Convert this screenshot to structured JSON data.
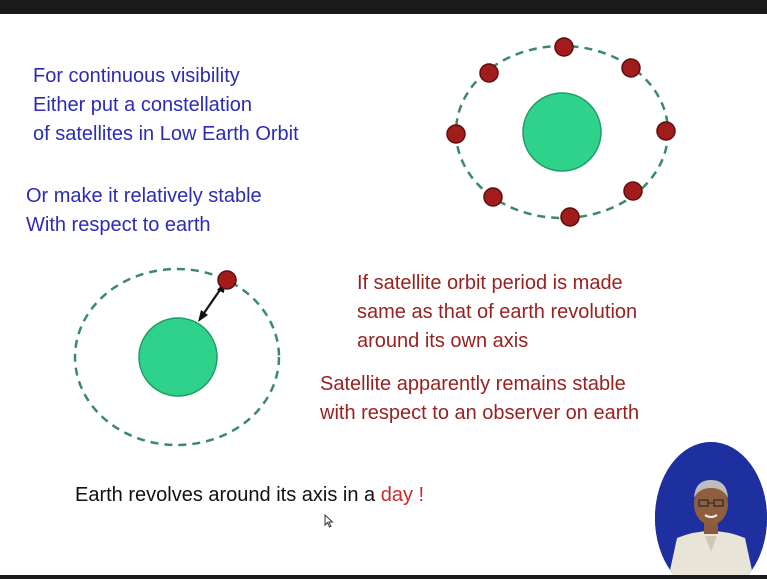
{
  "slide": {
    "intro_lines": [
      "For continuous visibility",
      "Either put a constellation",
      "of satellites in Low Earth Orbit"
    ],
    "alt_lines": [
      "Or make it relatively stable",
      "With respect to earth"
    ],
    "period_lines": [
      "If satellite orbit period is made",
      "same as that of earth revolution",
      "around its own axis"
    ],
    "stable_lines": [
      "Satellite apparently remains stable",
      "with respect to an observer on earth"
    ],
    "earth_day": {
      "prefix": "Earth revolves around its axis in a ",
      "highlight": "day",
      "suffix": " !"
    }
  },
  "colors": {
    "blue_text": "#2b2bb8",
    "red_text": "#9a1f1f",
    "earth": "#2ed28a",
    "satellite": "#a31c1c",
    "orbit": "#3a8a6a"
  },
  "icons": {
    "presenter": "presenter-video-icon",
    "cursor": "mouse-pointer-icon"
  }
}
